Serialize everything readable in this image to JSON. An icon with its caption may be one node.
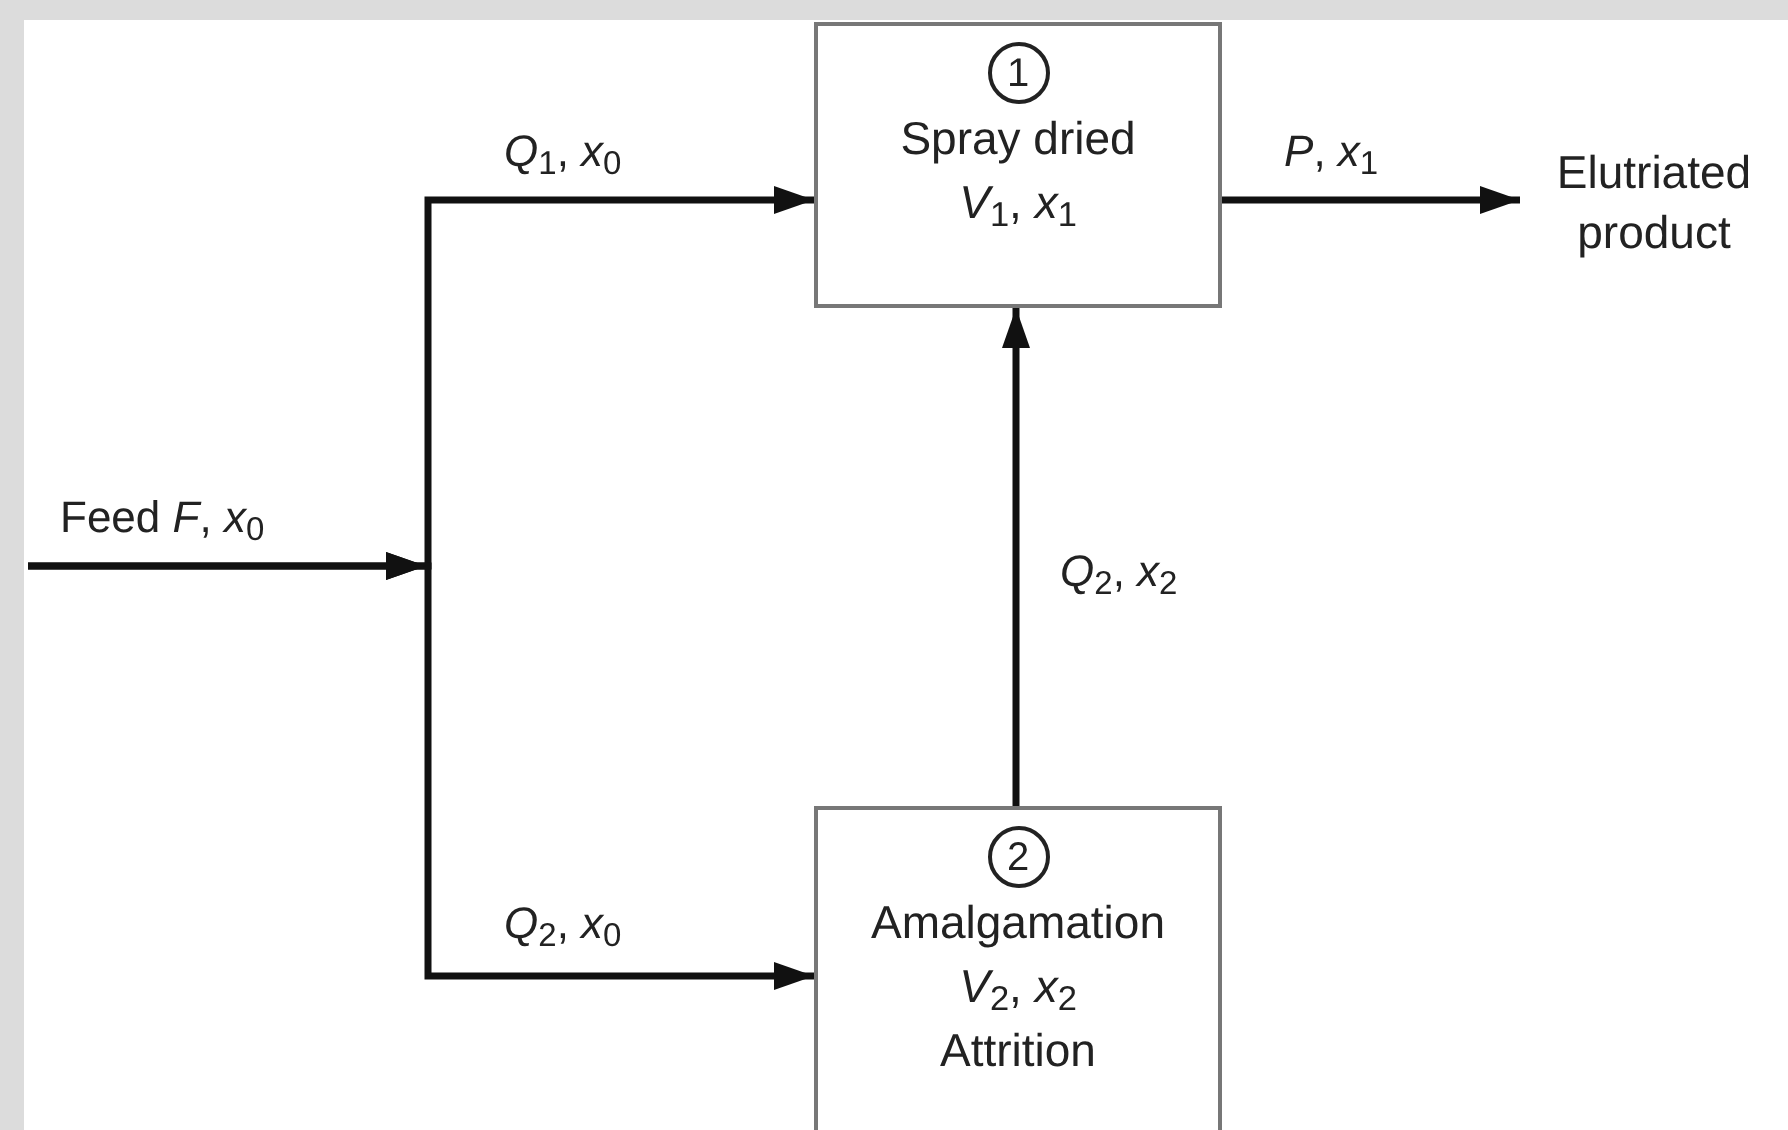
{
  "diagram": {
    "nodes": [
      {
        "text": [
          "1",
          "Spray dried",
          "*V*$_{1}$, *x*$_{1}$"
        ]
      },
      {
        "text": [
          "2",
          "Amalgamation",
          "*V*$_{2}$, *x*$_{2}$",
          "Attrition"
        ]
      },
      {
        "text": [
          "Elutriated product"
        ]
      }
    ],
    "edges": [
      {
        "from": null,
        "to": 0,
        "arrow": "to",
        "label": "*Q*$_{1}$, *x*$_{0}$"
      },
      {
        "from": null,
        "to": 1,
        "arrow": "to",
        "label": "*Q*$_{2}$, *x*$_{0}$"
      },
      {
        "from": 1,
        "to": 0,
        "arrow": "to",
        "label": "*Q*$_{2}$, *x*$_{2}$"
      },
      {
        "from": 0,
        "to": 2,
        "arrow": "to",
        "label": "*P*, *x*$_{1}$"
      }
    ],
    "labels": [
      "Feed *F*, *x*$_{0}$"
    ]
  }
}
